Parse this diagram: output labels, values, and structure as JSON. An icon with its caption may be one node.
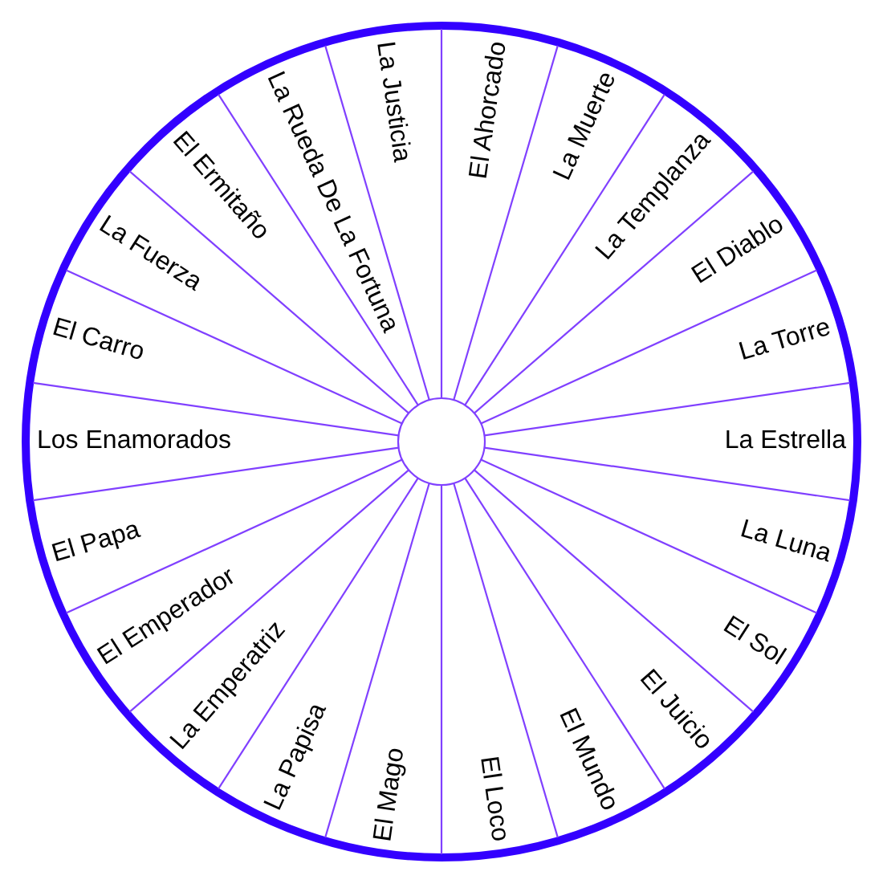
{
  "diagram": {
    "labels": [
      "El Loco",
      "El Mago",
      "La Papisa",
      "La Emperatriz",
      "El Emperador",
      "El Papa",
      "Los Enamorados",
      "El Carro",
      "La Fuerza",
      "El Ermitaño",
      "La Rueda De La Fortuna",
      "La Justicia",
      "El Ahorcado",
      "La Muerte",
      "La Templanza",
      "El Diablo",
      "La Torre",
      "La Estrella",
      "La Luna",
      "El Sol",
      "El Juicio",
      "El Mundo"
    ]
  }
}
